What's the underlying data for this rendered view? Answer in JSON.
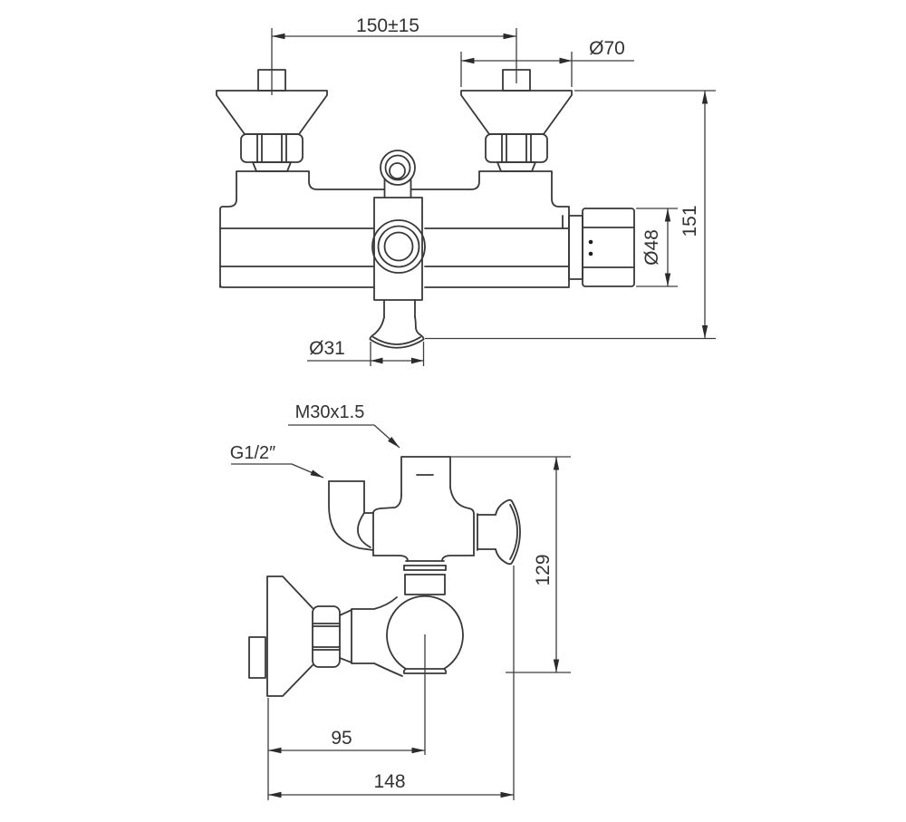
{
  "drawing": {
    "title": "wall-mounted shower mixer valve technical drawing",
    "line_color": "#383838",
    "text_color": "#323232",
    "background": "#ffffff",
    "front_view": {
      "dims": {
        "center_distance": "150±15",
        "escutcheon_diameter": "Ø70",
        "knob_diameter": "Ø48",
        "overall_height": "151",
        "spout_diameter": "Ø31"
      }
    },
    "side_view": {
      "dims": {
        "riser_thread": "M30x1.5",
        "inlet_thread": "G1/2″",
        "height": "129",
        "wall_to_outlet_center": "95",
        "wall_to_front": "148"
      }
    }
  }
}
